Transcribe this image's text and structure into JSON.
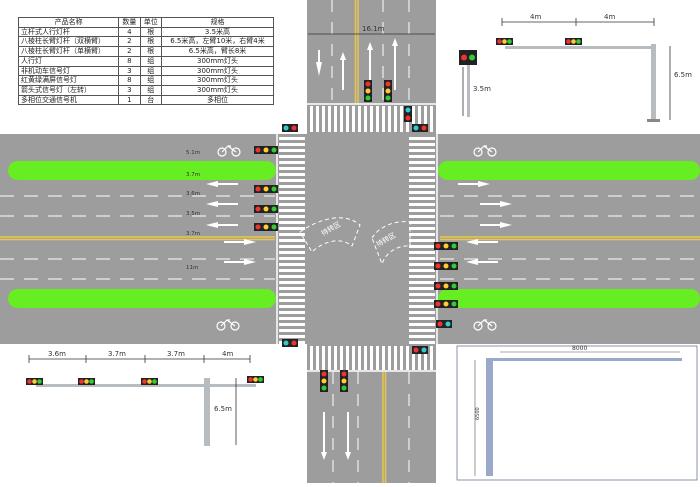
{
  "colors": {
    "road": "#9d9d9d",
    "green_island": "#66ee22",
    "lane_yellow": "#e8c74a",
    "lane_white": "#ffffff",
    "pole": "#b7bcc1",
    "background": "#ffffff"
  },
  "equipment_table": {
    "headers": [
      "产品名称",
      "数量",
      "单位",
      "规格"
    ],
    "rows": [
      [
        "立杆式人行灯杆",
        "4",
        "根",
        "3.5米高"
      ],
      [
        "八棱柱长臂灯杆（双横臂）",
        "2",
        "根",
        "6.5米高，左臂10米，右臂4米"
      ],
      [
        "八棱柱长臂灯杆（单横臂）",
        "2",
        "根",
        "6.5米高，臂长8米"
      ],
      [
        "人行灯",
        "8",
        "组",
        "300mm灯头"
      ],
      [
        "非机动车信号灯",
        "3",
        "组",
        "300mm灯头"
      ],
      [
        "红黄绿满屏信号灯",
        "8",
        "组",
        "300mm灯头"
      ],
      [
        "箭头式信号灯（左转）",
        "3",
        "组",
        "300mm灯头"
      ],
      [
        "多相位交通信号机",
        "1",
        "台",
        "多相位"
      ]
    ]
  },
  "road_width_label": "16.1m",
  "lane_width_labels": [
    "5.1m",
    "3.7m",
    "3.6m",
    "3.5m",
    "3.7m",
    "11m"
  ],
  "zone_labels": {
    "left_waiting": "待转区",
    "right_waiting": "待转区"
  },
  "top_pole": {
    "arm_left": "4m",
    "arm_right": "4m",
    "pole_height": "6.5m"
  },
  "ped_pole": {
    "height": "3.5m"
  },
  "bottom_pole": {
    "arm_labels": [
      "3.6m",
      "3.7m",
      "3.7m",
      "4m"
    ],
    "pole_height": "6.5m"
  },
  "blueprint": {
    "arm_length": "8000",
    "height": "6500"
  }
}
